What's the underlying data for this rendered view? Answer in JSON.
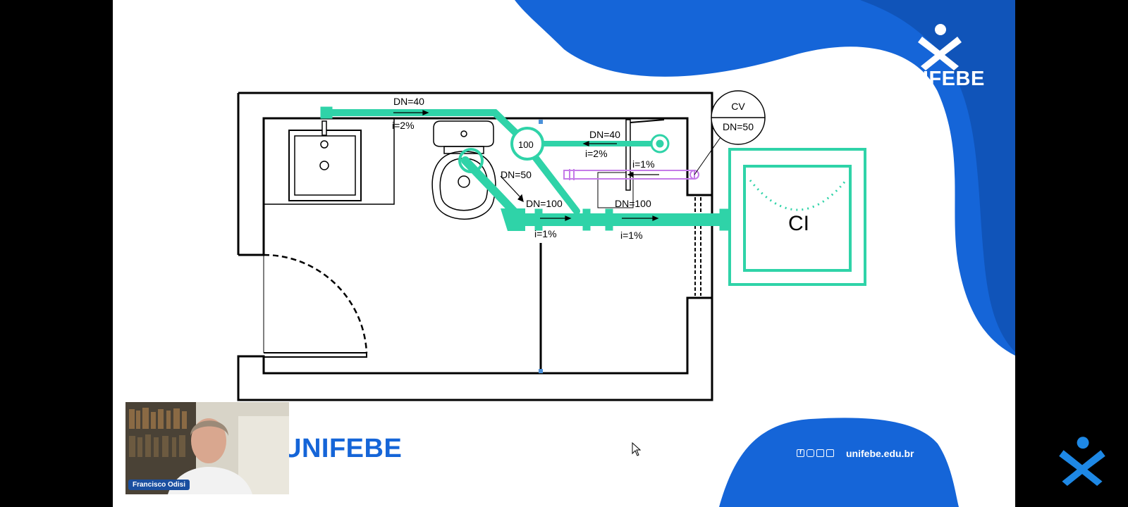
{
  "branding": {
    "top_logo_text": "UNIFEBE",
    "bottom_logo_text": "UNIFEBE",
    "website": "unifebe.edu.br",
    "colors": {
      "blue": "#1565d8",
      "dark_blue": "#0d47a1",
      "pipe_teal": "#2fd3a8",
      "vent_purple": "#c57be8"
    }
  },
  "webcam": {
    "presenter_name": "Francisco Odisi"
  },
  "plan": {
    "labels": {
      "dn40_top": "DN=40",
      "slope_top": "i=2%",
      "dn40_right": "DN=40",
      "slope_right": "i=2%",
      "slope_vent": "i=1%",
      "dn50": "DN=50",
      "box_100": "100",
      "dn100_left": "DN=100",
      "slope_left": "i=1%",
      "dn100_right": "DN=100",
      "slope_bottom": "i=1%",
      "cv_top": "CV",
      "cv_bottom": "DN=50",
      "ci": "CI"
    }
  },
  "social_icons": [
    "facebook-icon",
    "instagram-icon",
    "youtube-icon",
    "twitter-icon"
  ]
}
